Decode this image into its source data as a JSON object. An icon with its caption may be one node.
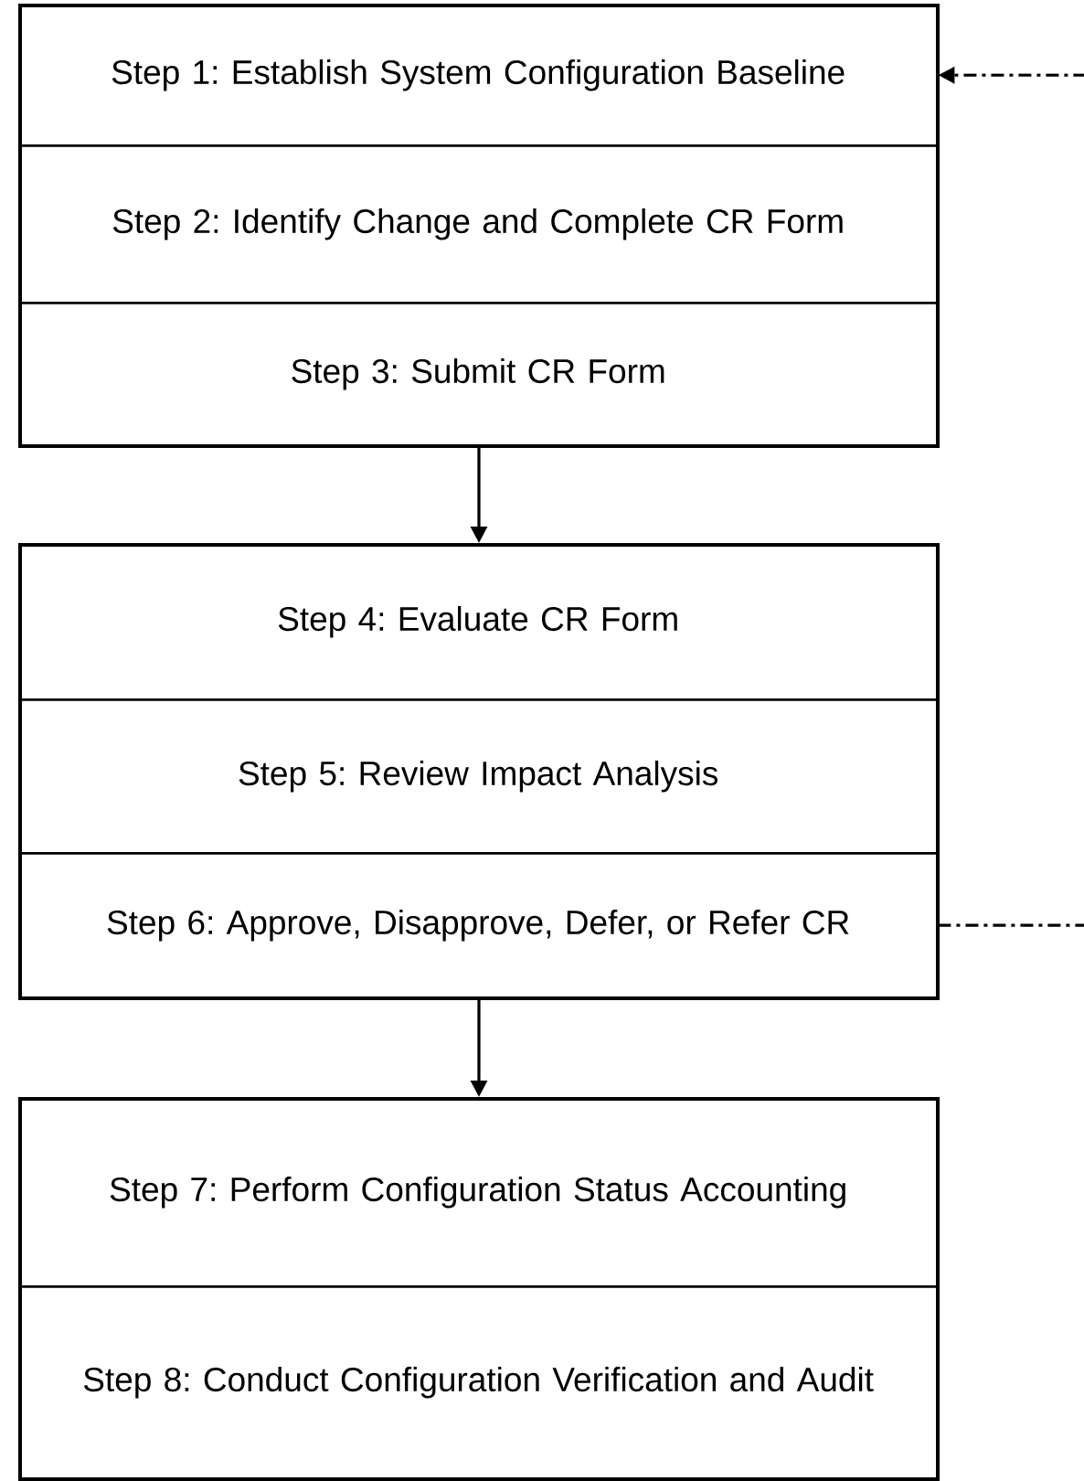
{
  "diagram": {
    "nodes": [
      {
        "text": [],
        "shape": "box"
      },
      {
        "text": [
          "Step 1: Establish System Configuration Baseline"
        ],
        "in": 0
      },
      {
        "text": [
          "Step 2: Identify Change and Complete CR Form"
        ],
        "in": 0
      },
      {
        "text": [
          "Step 3: Submit CR Form"
        ],
        "in": 0
      },
      {
        "text": [],
        "shape": "box"
      },
      {
        "text": [
          "Step 4: Evaluate CR Form"
        ],
        "in": 4
      },
      {
        "text": [
          "Step 5: Review Impact Analysis"
        ],
        "in": 4
      },
      {
        "text": [
          "Step 6: Approve, Disapprove, Defer, or Refer CR"
        ],
        "in": 4
      },
      {
        "text": [],
        "shape": "box"
      },
      {
        "text": [
          "Step 7: Perform Configuration Status Accounting"
        ],
        "in": 8
      },
      {
        "text": [
          "Step 8: Conduct Configuration Verification and Audit"
        ],
        "in": 8
      }
    ],
    "edges": [
      {
        "from": 0,
        "to": 4,
        "arrow": "to"
      },
      {
        "from": 4,
        "to": 8,
        "arrow": "to"
      },
      {
        "from": null,
        "to": 1,
        "arrow": "to",
        "style": "dashed"
      },
      {
        "from": 7,
        "to": null,
        "arrow": "none",
        "style": "dashed"
      }
    ]
  }
}
